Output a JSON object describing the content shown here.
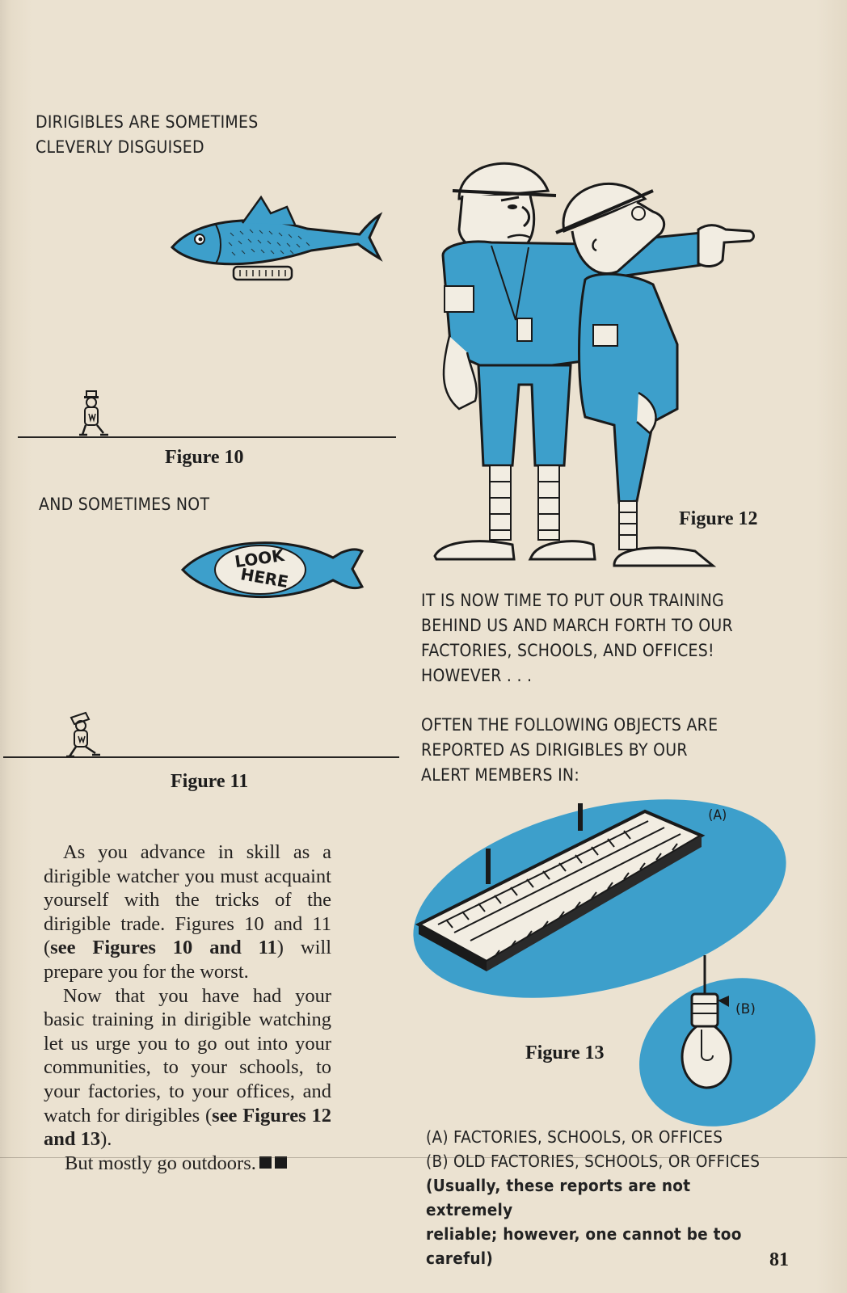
{
  "captions": {
    "dirigibles_disguised_1": "DIRIGIBLES ARE SOMETIMES",
    "dirigibles_disguised_2": "CLEVERLY DISGUISED",
    "sometimes_not": "AND SOMETIMES NOT",
    "fig10": "Figure 10",
    "fig11": "Figure 11",
    "fig12": "Figure 12",
    "fig13": "Figure 13",
    "look_here_1": "LOOK",
    "look_here_2": "HERE",
    "label_a": "(A)",
    "label_b": "(B)"
  },
  "right_text": {
    "training_1": "IT IS NOW TIME TO PUT OUR TRAINING",
    "training_2": "BEHIND US AND MARCH FORTH TO OUR",
    "training_3": "FACTORIES, SCHOOLS, AND OFFICES!",
    "training_4": "HOWEVER . . .",
    "objects_1": "OFTEN THE FOLLOWING OBJECTS ARE",
    "objects_2": "REPORTED AS DIRIGIBLES BY OUR",
    "objects_3": "ALERT MEMBERS IN:",
    "legend_a": "(A) FACTORIES, SCHOOLS, OR OFFICES",
    "legend_b": "(B) OLD FACTORIES, SCHOOLS, OR OFFICES",
    "note_1": "(Usually, these reports are not extremely",
    "note_2": "reliable; however, one cannot be too careful)"
  },
  "body": {
    "p1_a": "As you advance in skill as a dirigible watcher you must acquaint yourself with the tricks of the dirigible trade. Figures 10 and 11 (",
    "p1_b": "see Figures 10 and 11",
    "p1_c": ") will prepare you for the worst.",
    "p2_a": "Now that you have had your basic training in dirigible watching let us urge you to go out into your communities, to your schools, to your factories, to your offices, and watch for dirigibles (",
    "p2_b": "see Figures 12 and 13",
    "p2_c": ").",
    "p3": "But mostly go outdoors."
  },
  "page_number": "81",
  "colors": {
    "paper": "#ebe2d1",
    "accent_blue": "#3d9fcb",
    "ink": "#1f1d1a"
  }
}
